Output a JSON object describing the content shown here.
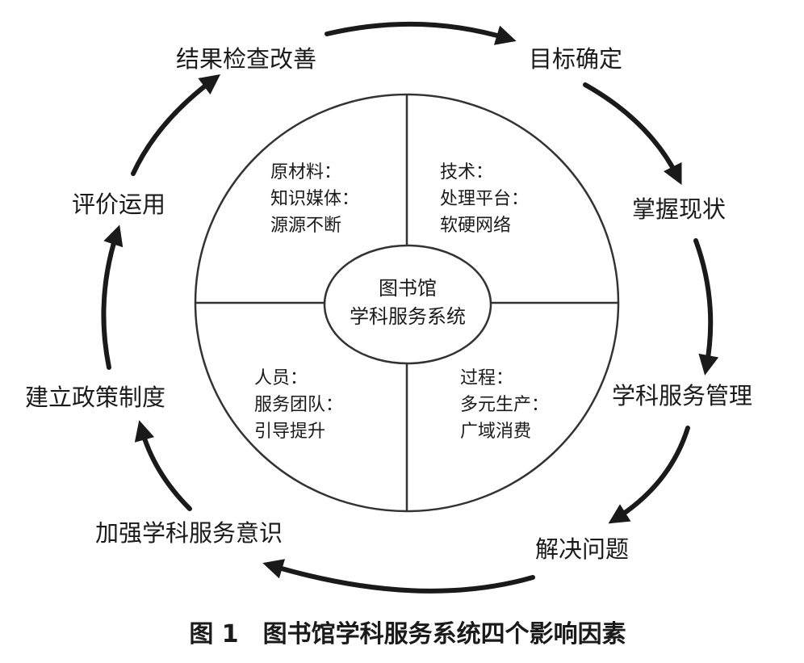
{
  "cycle_steps": [
    "结果检查改善",
    "目标确定",
    "掌握现状",
    "学科服务管理",
    "解决问题",
    "加强学科服务意识",
    "建立政策制度",
    "评价运用"
  ],
  "quadrants": {
    "top_left": [
      "原材料：",
      "知识媒体：",
      "源源不断"
    ],
    "top_right": [
      "技术：",
      "处理平台：",
      "软硬网络"
    ],
    "bottom_left": [
      "人员：",
      "服务团队：",
      "引导提升"
    ],
    "bottom_right": [
      "过程：",
      "多元生产：",
      "广域消费"
    ]
  },
  "center": [
    "图书馆",
    "学科服务系统"
  ],
  "caption": "图 1　图书馆学科服务系统四个影响因素"
}
